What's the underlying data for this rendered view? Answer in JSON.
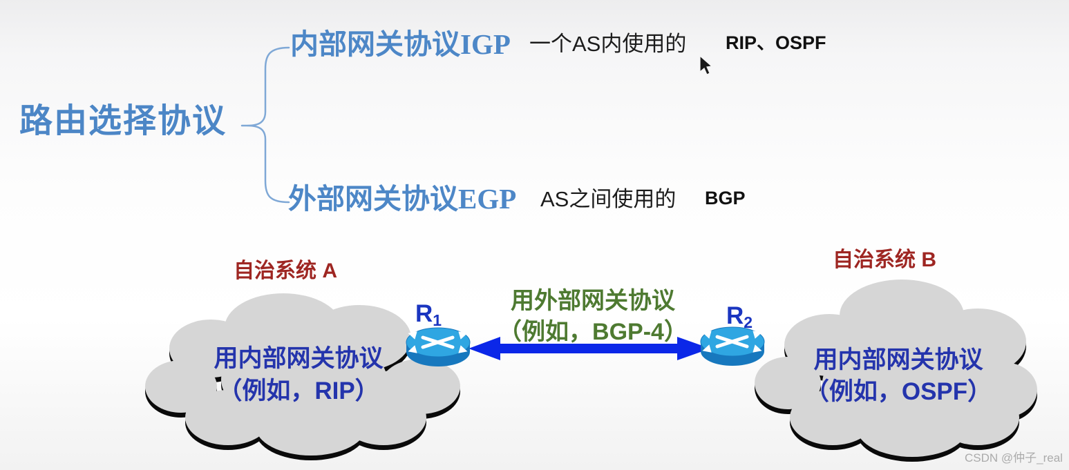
{
  "taxonomy": {
    "root_label": "路由选择协议",
    "branches": [
      {
        "label": "内部网关协议IGP",
        "scope": "一个AS内使用的",
        "examples": "RIP、OSPF"
      },
      {
        "label": "外部网关协议EGP",
        "scope": "AS之间使用的",
        "examples": "BGP"
      }
    ]
  },
  "diagram": {
    "as_a": {
      "title": "自治系统 A",
      "protocol_line1": "用内部网关协议",
      "protocol_line2": "（例如，RIP）"
    },
    "as_b": {
      "title": "自治系统 B",
      "protocol_line1": "用内部网关协议",
      "protocol_line2": "（例如，OSPF）"
    },
    "link_label": {
      "line1": "用外部网关协议",
      "line2": "（例如，BGP-4）"
    },
    "router1": {
      "name": "R",
      "sub": "1"
    },
    "router2": {
      "name": "R",
      "sub": "2"
    }
  },
  "watermark": "CSDN @仲子_real",
  "icons": {
    "router1": "router-icon",
    "router2": "router-icon",
    "link_arrow": "double-arrow-icon",
    "tree_connector": "curly-brace-icon",
    "pointer": "mouse-cursor-icon"
  },
  "colors": {
    "title_blue": "#4c86c6",
    "branch_blue": "#4d87c7",
    "text_black": "#1c1c1c",
    "accent_red": "#9e2622",
    "cloud_fill": "#d6d6d6",
    "cloud_text_blue": "#2434ac",
    "link_green": "#4e7a31",
    "arrow_blue": "#0b27e8",
    "router_top": "#2fa6e2",
    "router_side": "#1778be",
    "router_label_blue": "#1a35c0",
    "brace_blue": "#7fa8d6",
    "watermark_gray": "#ababab"
  }
}
